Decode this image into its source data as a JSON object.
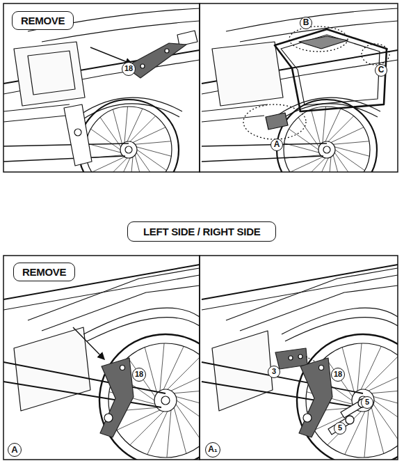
{
  "diagram": {
    "nodes": [
      {
        "text": [
          "REMOVE"
        ]
      },
      {
        "text": [
          "LEFT SIDE / RIGHT SIDE"
        ]
      },
      {
        "text": [
          "REMOVE"
        ]
      }
    ],
    "labels": [
      "18",
      "B",
      "C",
      "A",
      "18",
      "3",
      "18",
      "5",
      "5",
      "A",
      "A₁"
    ]
  }
}
